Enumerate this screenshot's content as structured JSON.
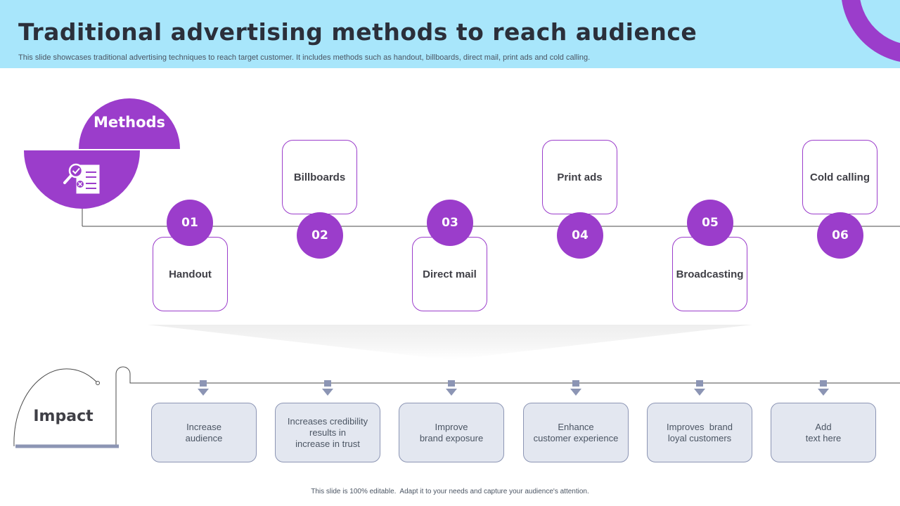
{
  "header": {
    "title": "Traditional advertising methods to reach audience",
    "subtitle": "This slide showcases traditional advertising techniques to reach target customer. It includes methods such as handout, billboards, direct mail, print ads and cold calling."
  },
  "methods": {
    "label": "Methods",
    "icon": "checklist-document-icon",
    "items": [
      {
        "number": "01",
        "label": "Handout"
      },
      {
        "number": "02",
        "label": "Billboards"
      },
      {
        "number": "03",
        "label": "Direct mail"
      },
      {
        "number": "04",
        "label": "Print ads"
      },
      {
        "number": "05",
        "label": "Broadcasting"
      },
      {
        "number": "06",
        "label": "Cold calling"
      }
    ]
  },
  "impact": {
    "label": "Impact",
    "items": [
      {
        "line1": "Increase",
        "line2": "audience",
        "line3": ""
      },
      {
        "line1": "Increases credibility",
        "line2": "results in",
        "line3": "increase in trust"
      },
      {
        "line1": "Improve",
        "line2": "brand exposure",
        "line3": ""
      },
      {
        "line1": "Enhance",
        "line2": "customer experience",
        "line3": ""
      },
      {
        "line1": "Improves  brand",
        "line2": "loyal customers",
        "line3": ""
      },
      {
        "line1": "Add",
        "line2": "text here",
        "line3": ""
      }
    ]
  },
  "footer": {
    "note": "This slide is 100% editable.  Adapt it to your needs and capture your audience's attention."
  },
  "colors": {
    "header_bg": "#a8e6fb",
    "accent_purple": "#9b3dcb",
    "impact_box_bg": "#e3e7f0",
    "impact_connector": "#8c95b4"
  }
}
